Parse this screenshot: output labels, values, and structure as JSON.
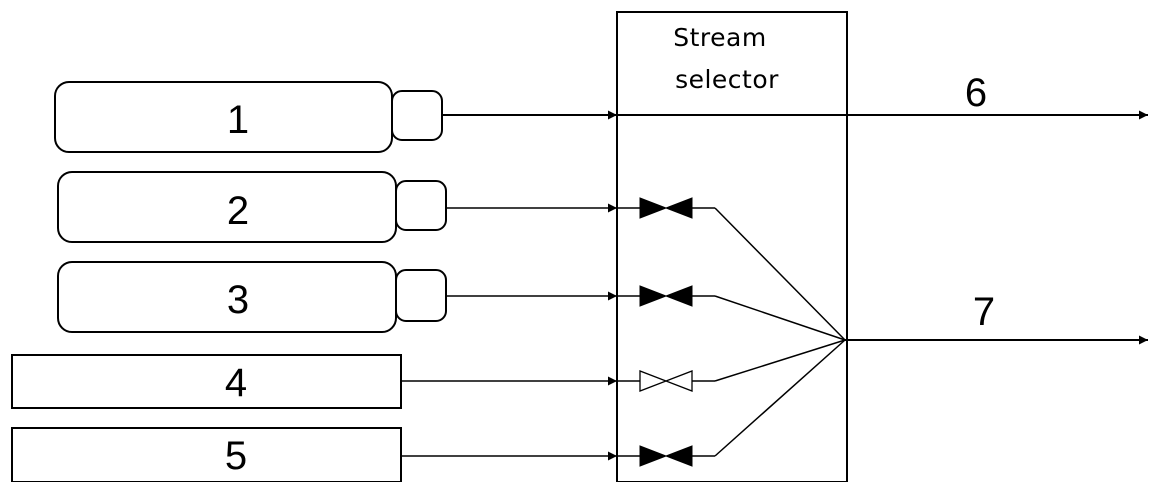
{
  "selector": {
    "title_line1": "Stream",
    "title_line2": "selector"
  },
  "inputs": [
    {
      "label": "1",
      "shape": "rounded-with-cap",
      "valve": "none"
    },
    {
      "label": "2",
      "shape": "rounded-with-cap",
      "valve": "closed"
    },
    {
      "label": "3",
      "shape": "rounded-with-cap",
      "valve": "closed"
    },
    {
      "label": "4",
      "shape": "rectangle",
      "valve": "open"
    },
    {
      "label": "5",
      "shape": "rectangle",
      "valve": "closed"
    }
  ],
  "outputs": [
    {
      "label": "6"
    },
    {
      "label": "7"
    }
  ],
  "colors": {
    "stroke": "#000000",
    "background": "#ffffff"
  }
}
